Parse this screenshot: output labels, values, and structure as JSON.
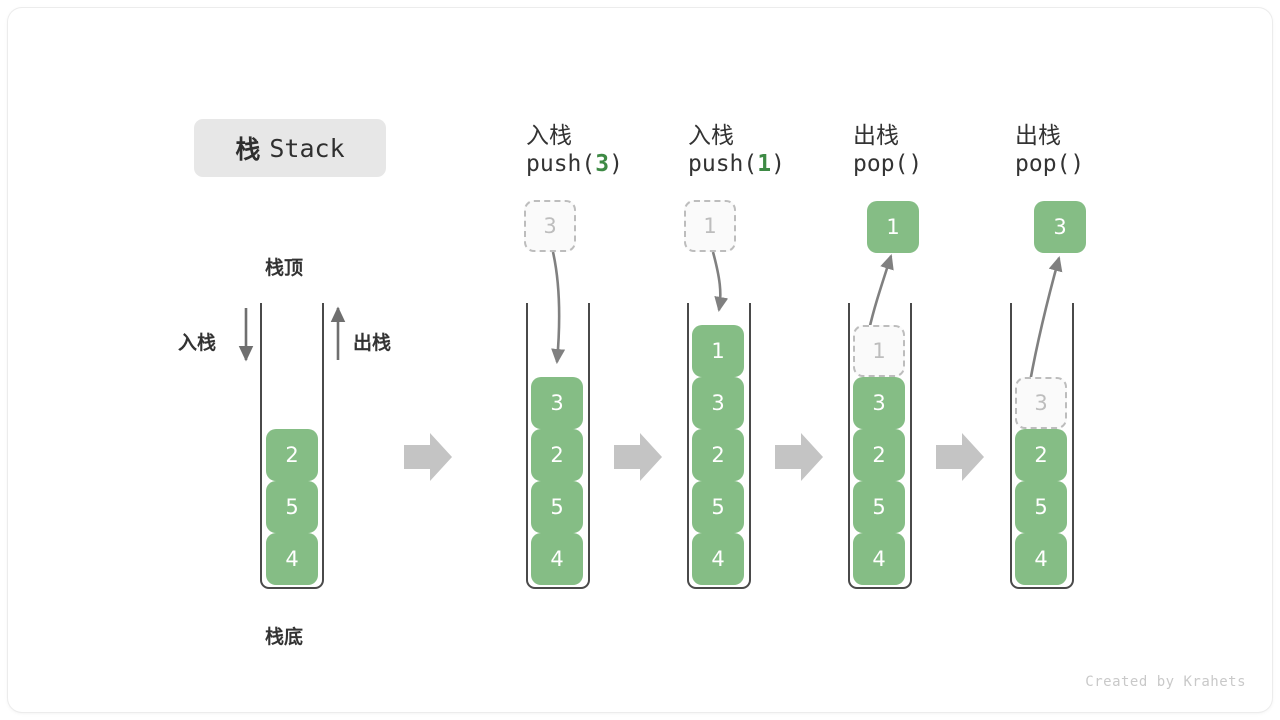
{
  "title": {
    "cn": "栈",
    "en": "Stack"
  },
  "labels": {
    "top": "栈顶",
    "bottom": "栈底",
    "push_side": "入栈",
    "pop_side": "出栈"
  },
  "watermark": "Created by Krahets",
  "colors": {
    "cell_green": "#85bd85",
    "accent_green": "#3e8a45",
    "ghost_border": "#bdbdbd",
    "arrow_gray": "#808080",
    "container_stroke": "#4a4a4a",
    "chip_bg": "#e7e7e7",
    "step_arrow": "#c4c4c4"
  },
  "initial_stack": {
    "name": "initial",
    "cells": [
      "2",
      "5",
      "4"
    ]
  },
  "steps": [
    {
      "id": "push-3",
      "op_cn": "入栈",
      "op_code_prefix": "push(",
      "op_code_arg": "3",
      "op_code_suffix": ")",
      "floating": {
        "value": "3",
        "state": "ghost"
      },
      "cells": [
        "3",
        "2",
        "5",
        "4"
      ],
      "arrow": "down"
    },
    {
      "id": "push-1",
      "op_cn": "入栈",
      "op_code_prefix": "push(",
      "op_code_arg": "1",
      "op_code_suffix": ")",
      "floating": {
        "value": "1",
        "state": "ghost"
      },
      "cells": [
        "1",
        "3",
        "2",
        "5",
        "4"
      ],
      "arrow": "down"
    },
    {
      "id": "pop-1",
      "op_cn": "出栈",
      "op_code_prefix": "pop(",
      "op_code_arg": "",
      "op_code_suffix": ")",
      "floating": {
        "value": "1",
        "state": "solid"
      },
      "cells": [
        "1",
        "3",
        "2",
        "5",
        "4"
      ],
      "ghost_index": 0,
      "arrow": "up"
    },
    {
      "id": "pop-3",
      "op_cn": "出栈",
      "op_code_prefix": "pop(",
      "op_code_arg": "",
      "op_code_suffix": ")",
      "floating": {
        "value": "3",
        "state": "solid"
      },
      "cells": [
        "3",
        "2",
        "5",
        "4"
      ],
      "ghost_index": 0,
      "arrow": "up"
    }
  ]
}
